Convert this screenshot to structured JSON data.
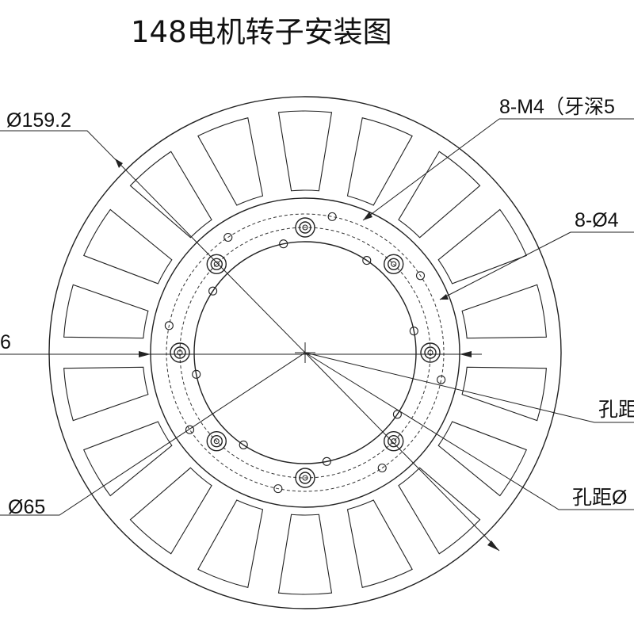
{
  "title": "148电机转子安装图",
  "labels": {
    "d159": "Ø159.2",
    "m4": "8-M4（牙深5",
    "d4": "8-Ø4",
    "left_partial": "6",
    "hole_pitch_1": "孔距",
    "hole_pitch_2": "孔距Ø",
    "d65": "Ø65"
  },
  "colors": {
    "line": "#222222",
    "background": "#ffffff"
  },
  "icons": [
    "rotor-icon"
  ]
}
